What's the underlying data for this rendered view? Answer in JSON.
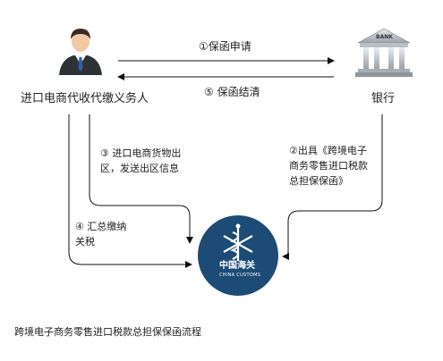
{
  "nodes": {
    "agent": "进口电商代收代缴义务人",
    "bank": "银行",
    "customs_logo_text": "中国海关",
    "customs_logo_subtext": "CHINA CUSTOMS",
    "bank_sign": "BANK"
  },
  "edges": {
    "e1": "①保函申请",
    "e5": "⑤ 保函结清",
    "e3_line1": "③ 进口电商货物出",
    "e3_line2": "区，发送出区信息",
    "e2_line1": "②出具《跨境电子",
    "e2_line2": "商务零售进口税款",
    "e2_line3": "总担保保函》",
    "e4_line1": "④ 汇总缴纳",
    "e4_line2": "关税"
  },
  "caption": "跨境电子商务零售进口税款总担保保函流程"
}
